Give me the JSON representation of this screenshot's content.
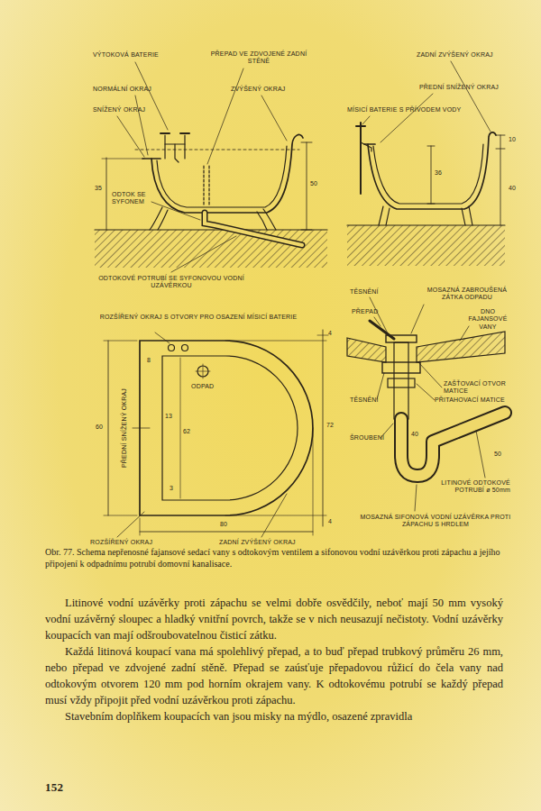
{
  "diagram": {
    "caption": "Obr. 77. Schema nepřenosné fajansové sedací vany s odtokovým ventilem a sifonovou vodní uzávěrkou proti zápachu a jejího připojení k odpadnímu potrubí domovní kanalisace.",
    "labels": [
      "VÝTOKOVÁ BATERIE",
      "PŘEPAD VE ZDVOJENÉ ZADNÍ STĚNĚ",
      "ZADNÍ ZVÝŠENÝ OKRAJ",
      "NORMÁLNÍ OKRAJ",
      "ZVÝŠENÝ OKRAJ",
      "PŘEDNÍ SNÍŽENÝ OKRAJ",
      "SNÍŽENÝ OKRAJ",
      "MÍSICÍ BATERIE S PŘÍVODEM VODY",
      "10",
      "35",
      "ODTOK SE SYFONEM",
      "50",
      "36",
      "40",
      "ODTOKOVÉ POTRUBÍ SE SYFONOVOU VODNÍ UZÁVĚRKOU",
      "TĚSNĚNÍ",
      "MOSAZNÁ ZABROUŠENÁ ZÁTKA ODPADU",
      "ROZŠÍŘENÝ OKRAJ S OTVORY PRO OSAZENÍ MÍSICÍ BATERIE",
      "PŘEPAD",
      "DNO FAJANSOVÉ VANY",
      "4",
      "8",
      "ODPAD",
      "PŘEDNÍ SNÍŽENÝ OKRAJ",
      "60",
      "13",
      "62",
      "72",
      "3",
      "4",
      "80",
      "ROZŠÍŘENÝ OKRAJ",
      "ZADNÍ ZVÝŠENÝ OKRAJ",
      "ZAŠŤOVACÍ OTVOR MATICE",
      "TĚSNĚNÍ",
      "PŘITAHOVACÍ MATICE",
      "ŠROUBENÍ",
      "40",
      "50",
      "LITINOVÉ ODTOKOVÉ POTRUBÍ ø 50mm",
      "MOSAZNÁ SIFONOVÁ VODNÍ UZÁVĚRKA PROTI ZÁPACHU S HRDLEM",
      "Litinové vodní uzávěrky proti zápachu se velmi dobře osvědčily, neboť mají 50 mm vysoký vodní uzávěrný sloupec a hladký vnitřní povrch, takže se v nich neusazují nečistoty. Vodní uzávěrky koupacích van mají odšroubovatelnou čisticí zátku.",
      "Každá litinová koupací vana má spolehlivý přepad, a to buď přepad trubkový průměru 26 mm, nebo přepad ve zdvojené zadní stěně. Přepad se zaúsťuje přepadovou růžicí do čela vany nad odtokovým otvorem 120 mm pod horním okrajem vany. K odtokovému potrubí se každý přepad musí vždy připojit před vodní uzávěrkou proti zápachu.",
      "Stavebním doplňkem koupacích van jsou misky na mýdlo, osazené zpravidla",
      "152"
    ]
  }
}
